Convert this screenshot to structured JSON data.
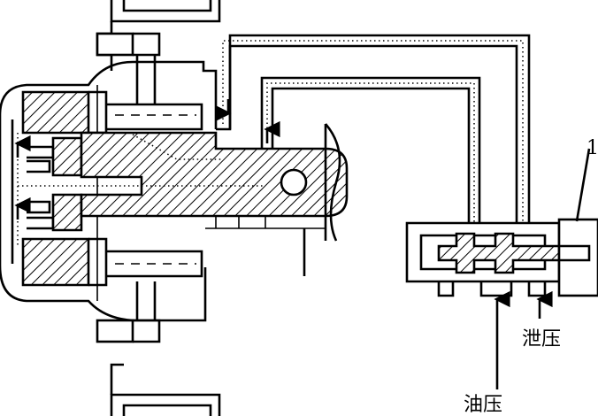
{
  "labels": {
    "callout_number": "1",
    "drain_pressure": "泄压",
    "oil_pressure": "油压"
  }
}
